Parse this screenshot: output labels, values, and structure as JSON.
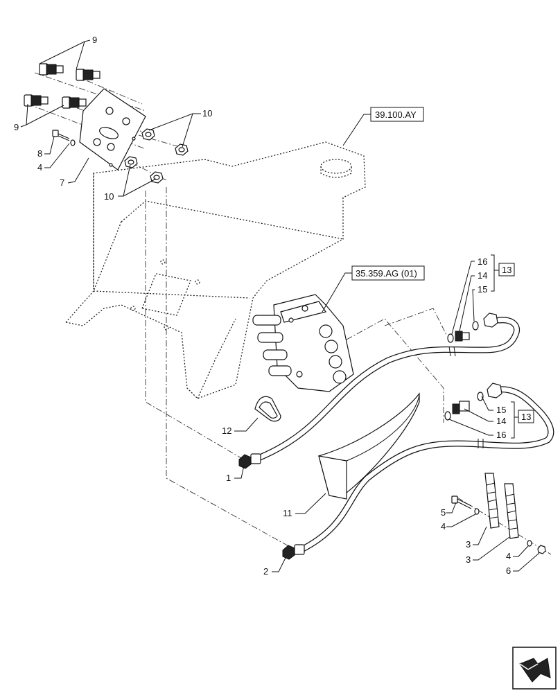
{
  "callouts": {
    "c9a": "9",
    "c9b": "9",
    "c8": "8",
    "c4a": "4",
    "c7": "7",
    "c10a": "10",
    "c10b": "10",
    "c16a": "16",
    "c14a": "14",
    "c15a": "15",
    "c13a": "13",
    "c15b": "15",
    "c14b": "14",
    "c16b": "16",
    "c13b": "13",
    "c12": "12",
    "c1": "1",
    "c11": "11",
    "c2": "2",
    "c5": "5",
    "c4b": "4",
    "c3a": "3",
    "c3b": "3",
    "c4c": "4",
    "c6": "6"
  },
  "references": {
    "frame_ref": "39.100.AY",
    "valve_ref": "35.359.AG (01)"
  },
  "nav": {
    "next_icon": "next-page-arrow-icon"
  }
}
